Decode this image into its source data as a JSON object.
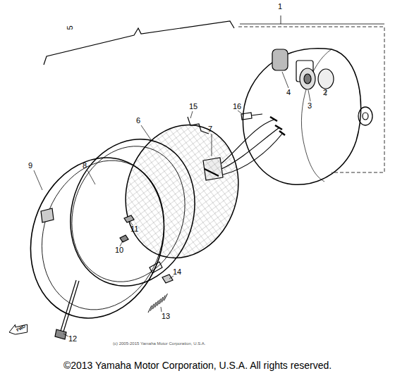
{
  "diagram": {
    "caption": "©2013 Yamaha Motor Corporation, U.S.A. All rights reserved.",
    "nodes": [
      {
        "text": [
          "FWD"
        ]
      }
    ],
    "labels": [
      "1",
      "2",
      "3",
      "4",
      "5",
      "6",
      "7",
      "8",
      "9",
      "10",
      "11",
      "12",
      "13",
      "14",
      "15",
      "16",
      "(c) 2005-2015 Yamaha Motor Corporation, U.S.A."
    ]
  }
}
